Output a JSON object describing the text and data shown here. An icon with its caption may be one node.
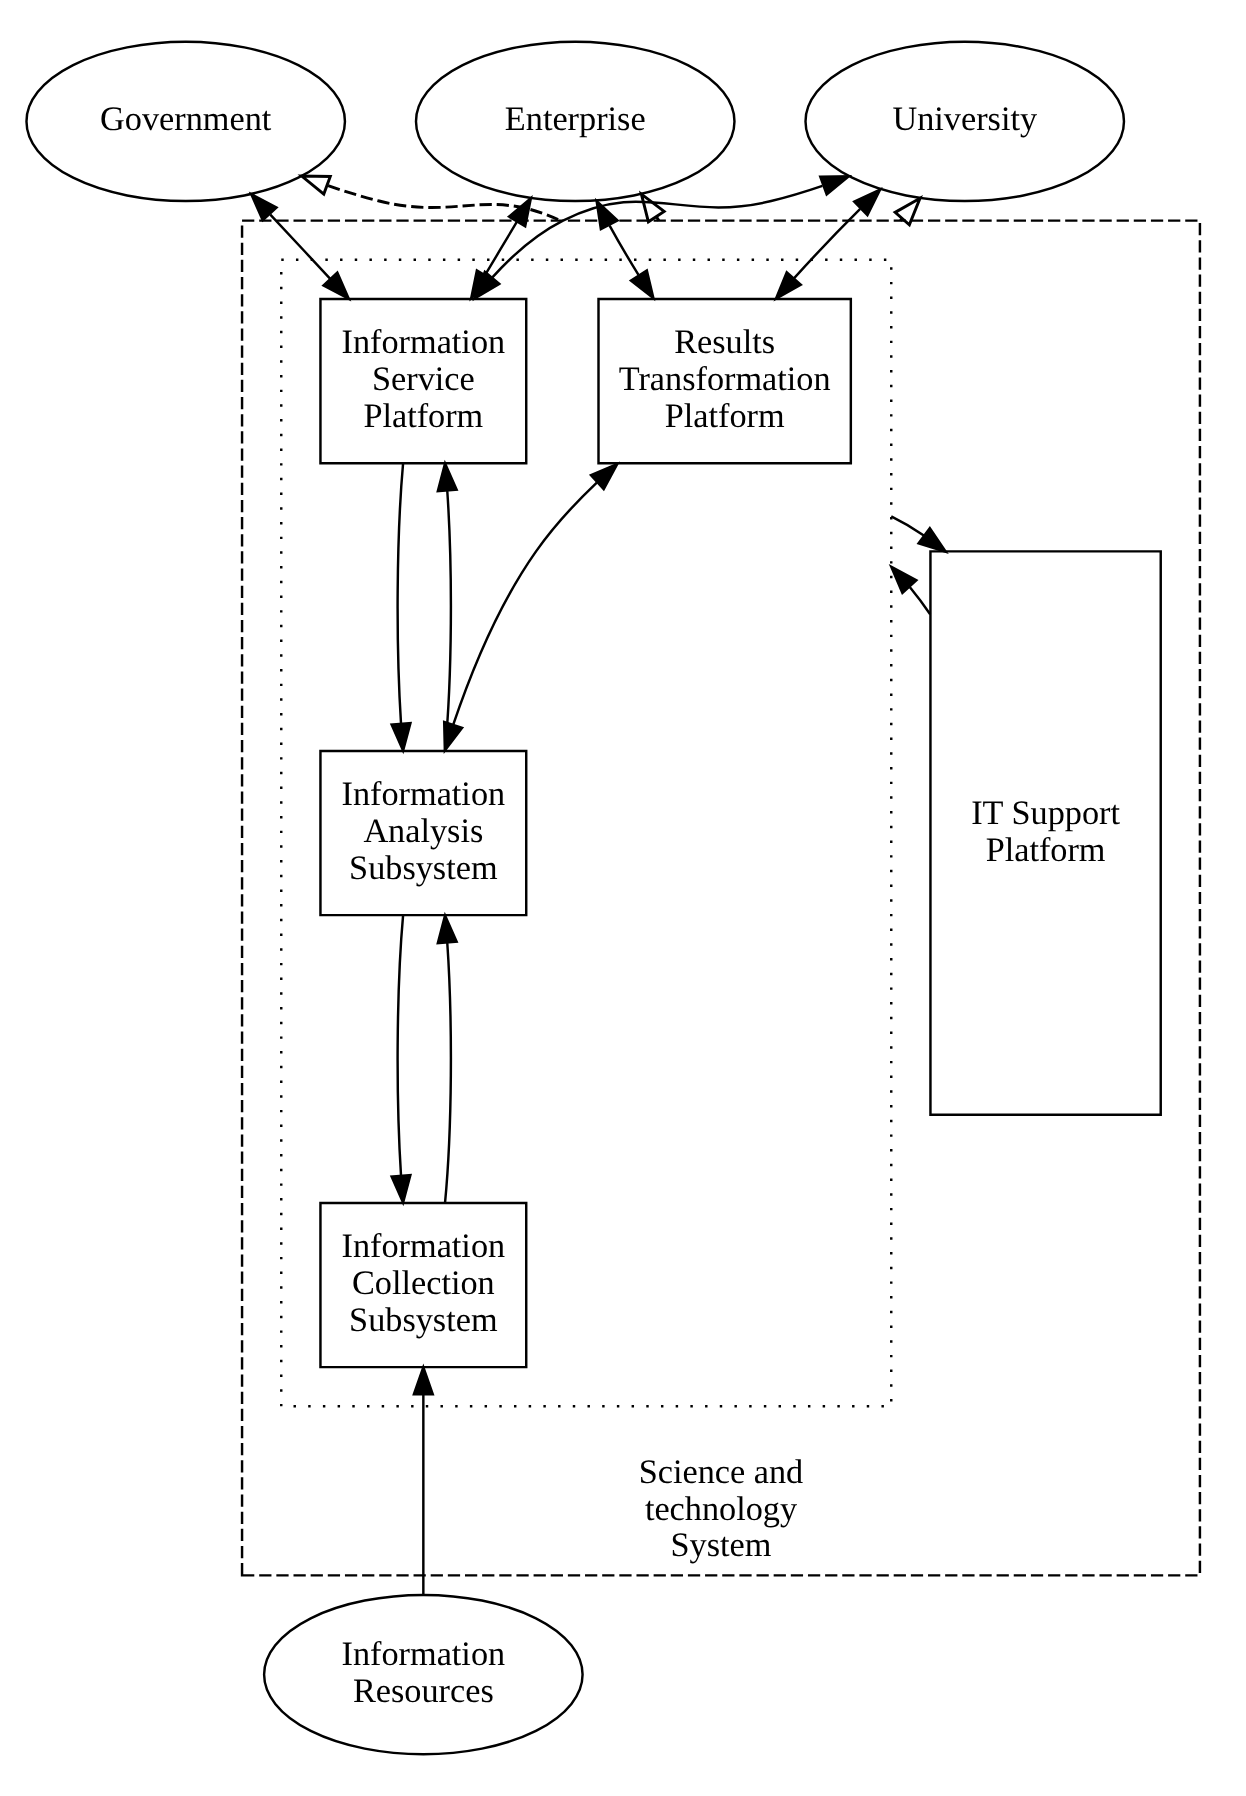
{
  "diagram": {
    "nodes": [
      {
        "text": [
          "Government"
        ]
      },
      {
        "text": [
          "Enterprise"
        ]
      },
      {
        "text": [
          "University"
        ]
      },
      {
        "text": [
          "Science and technology System"
        ]
      },
      {
        "text": [],
        "shape": "box",
        "in": 3
      },
      {
        "text": [
          "Results Transformation Platform"
        ],
        "in": 4
      },
      {
        "text": [
          "Information Service Platform"
        ],
        "in": 4
      },
      {
        "text": [
          "Information Analysis Subsystem"
        ],
        "in": 4
      },
      {
        "text": [
          "Information Collection Subsystem"
        ],
        "in": 4
      },
      {
        "text": [
          "IT Support Platform"
        ],
        "in": 3
      },
      {
        "text": [
          "Information Resources"
        ]
      }
    ],
    "edges": [
      {
        "from": 6,
        "to": 0,
        "arrow": "both"
      },
      {
        "from": 5,
        "to": 1,
        "arrow": "both"
      },
      {
        "from": 6,
        "to": 1,
        "arrow": "both"
      },
      {
        "from": 5,
        "to": 2,
        "arrow": "both"
      },
      {
        "from": 6,
        "to": 2,
        "arrow": "both"
      },
      {
        "from": 6,
        "to": 7,
        "arrow": "to"
      },
      {
        "from": 7,
        "to": 6,
        "arrow": "to"
      },
      {
        "from": 7,
        "to": 5,
        "arrow": "both"
      },
      {
        "from": 7,
        "to": 8,
        "arrow": "to"
      },
      {
        "from": 8,
        "to": 7,
        "arrow": "to"
      },
      {
        "from": 9,
        "to": 4,
        "arrow": "to"
      },
      {
        "from": 4,
        "to": 9,
        "arrow": "to"
      },
      {
        "from": 10,
        "to": 8,
        "arrow": "to"
      },
      {
        "from": 3,
        "to": 0,
        "arrow": "to",
        "style": "dashed"
      },
      {
        "from": 3,
        "to": 1,
        "arrow": "to",
        "style": "dashed"
      },
      {
        "from": 3,
        "to": 2,
        "arrow": "to",
        "style": "dashed"
      }
    ]
  }
}
